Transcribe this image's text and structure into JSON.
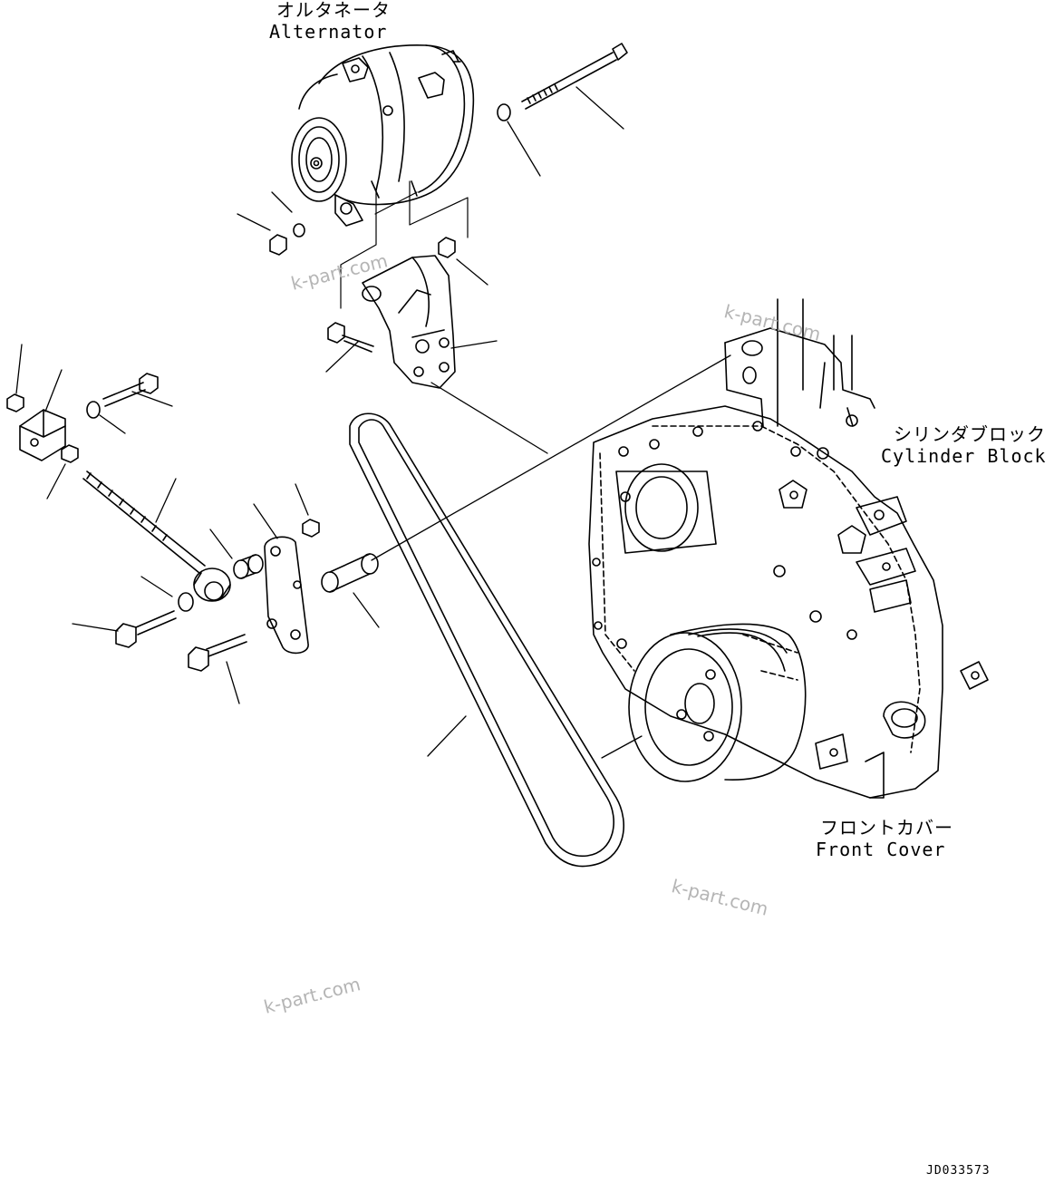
{
  "labels": {
    "alternator_jp": "オルタネータ",
    "alternator_en": "Alternator",
    "cylinder_block_jp": "シリンダブロック",
    "cylinder_block_en": "Cylinder Block",
    "front_cover_jp": "フロントカバー",
    "front_cover_en": "Front Cover"
  },
  "watermarks": [
    "k-part.com",
    "k-part.com",
    "k-part.com",
    "k-part.com"
  ],
  "drawing_code": "JD033573",
  "colors": {
    "line": "#000000",
    "watermark": "#b5b5b5",
    "background": "#ffffff"
  }
}
